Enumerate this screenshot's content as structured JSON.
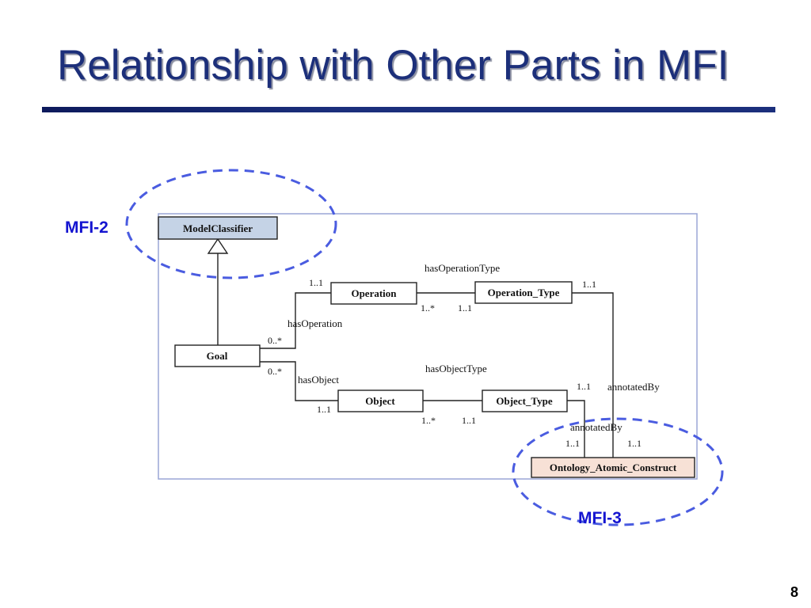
{
  "slide": {
    "title": "Relationship with Other Parts in MFI",
    "page_number": "8"
  },
  "tags": {
    "mfi2": "MFI-2",
    "mfi3": "MFI-3"
  },
  "classes": {
    "model_classifier": "ModelClassifier",
    "goal": "Goal",
    "operation": "Operation",
    "operation_type": "Operation_Type",
    "object": "Object",
    "object_type": "Object_Type",
    "ontology_atomic_construct": "Ontology_Atomic_Construct"
  },
  "associations": {
    "has_operation_type": "hasOperationType",
    "has_operation": "hasOperation",
    "has_object": "hasObject",
    "has_object_type": "hasObjectType",
    "annotated_by_1": "annotatedBy",
    "annotated_by_2": "annotatedBy"
  },
  "multiplicities": {
    "operation_left": "1..1",
    "operation_right": "1..*",
    "operation_type_left": "1..1",
    "operation_type_right": "1..1",
    "goal_operation": "0..*",
    "goal_object": "0..*",
    "object_left": "1..1",
    "object_right": "1..*",
    "object_type_left": "1..1",
    "object_type_right": "1..1",
    "ontology_left": "1..1",
    "ontology_right": "1..1"
  },
  "colors": {
    "title": "#1c2f7a",
    "tag": "#1414d0",
    "dashed_ellipse": "#4a5ce0",
    "model_classifier_fill": "#c5d3e6",
    "ontology_fill": "#f7e1d6",
    "diagram_border": "#9aa6d6"
  }
}
